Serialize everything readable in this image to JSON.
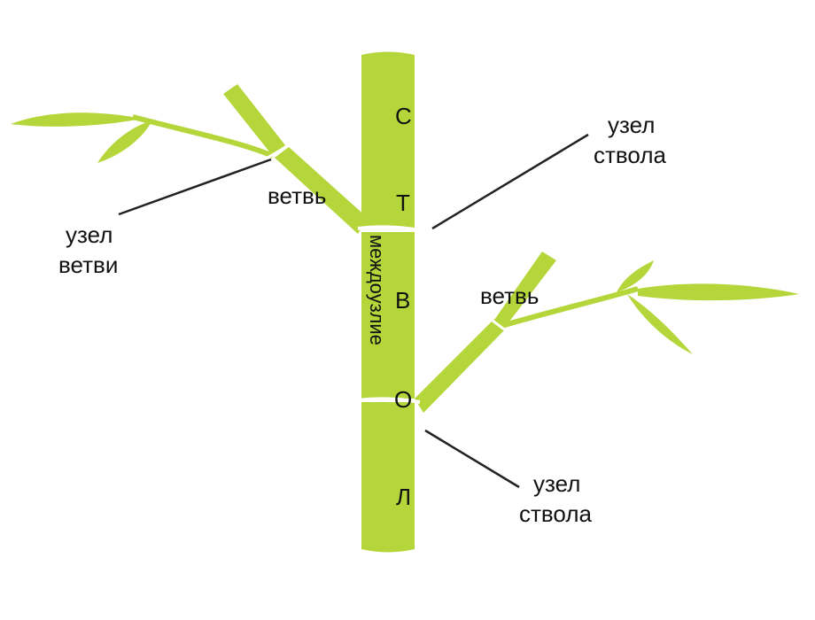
{
  "diagram": {
    "stem_letters": [
      "С",
      "Т",
      "В",
      "О",
      "Л"
    ],
    "internode_label": "междоузлие",
    "labels": {
      "branch_left": "ветвь",
      "branch_right": "ветвь",
      "branch_node_line1": "узел",
      "branch_node_line2": "ветви",
      "stem_node_top_line1": "узел",
      "stem_node_top_line2": "ствола",
      "stem_node_bottom_line1": "узел",
      "stem_node_bottom_line2": "ствола"
    }
  },
  "colors": {
    "plant_green": "#b5d63a",
    "node_ring": "#ffffff",
    "leader_line": "#222222",
    "text": "#111111"
  }
}
